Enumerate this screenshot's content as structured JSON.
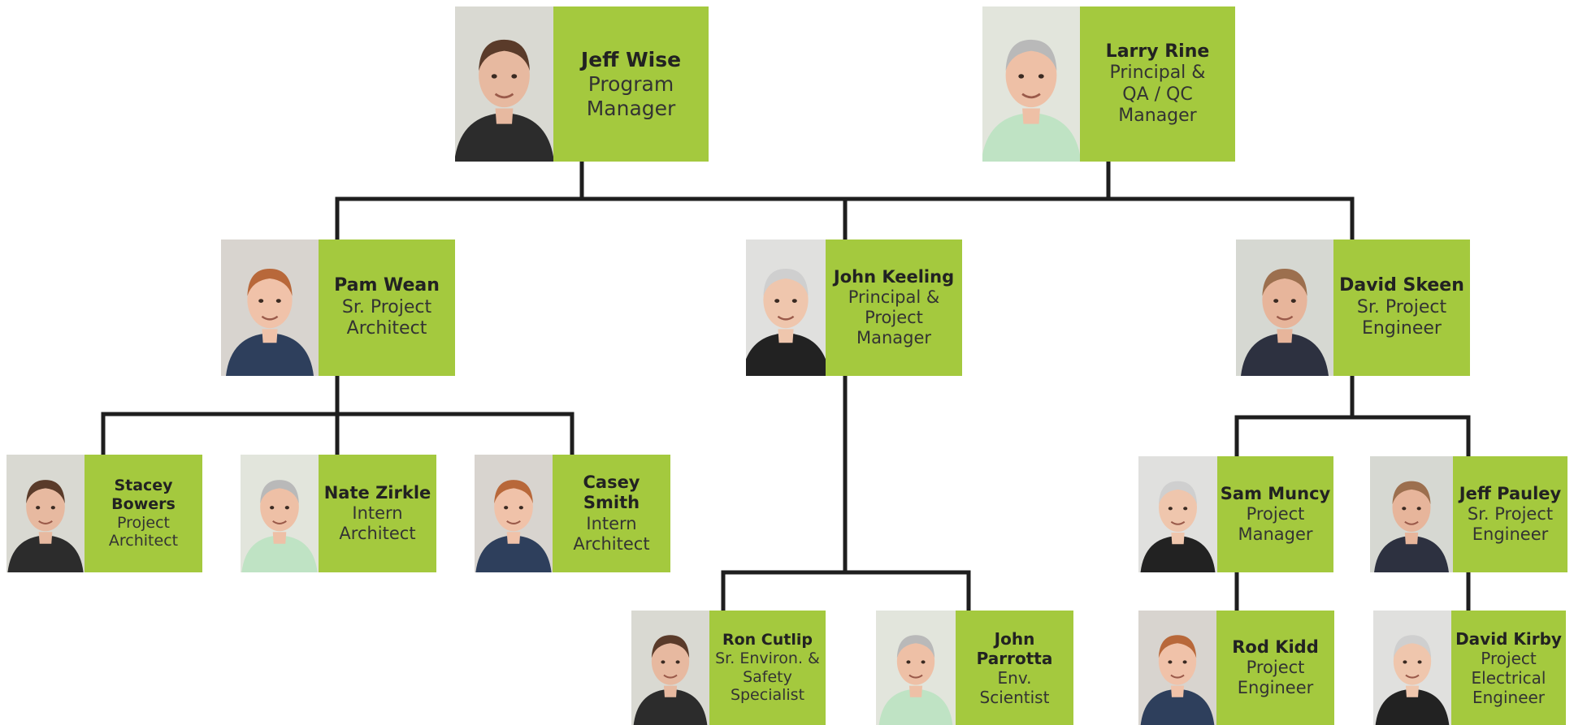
{
  "colors": {
    "label_bg": "#a4c93e",
    "connector": "#1e1e1e"
  },
  "people": [
    {
      "id": "jeff-wise",
      "name": "Jeff Wise",
      "title": "Program\nManager"
    },
    {
      "id": "larry-rine",
      "name": "Larry Rine",
      "title": "Principal &\nQA / QC\nManager"
    },
    {
      "id": "pam-wean",
      "name": "Pam Wean",
      "title": "Sr. Project\nArchitect"
    },
    {
      "id": "john-keeling",
      "name": "John Keeling",
      "title": "Principal &\nProject Manager"
    },
    {
      "id": "david-skeen",
      "name": "David Skeen",
      "title": "Sr. Project\nEngineer"
    },
    {
      "id": "stacey-bowers",
      "name": "Stacey Bowers",
      "title": "Project\nArchitect"
    },
    {
      "id": "nate-zirkle",
      "name": "Nate Zirkle",
      "title": "Intern\nArchitect"
    },
    {
      "id": "casey-smith",
      "name": "Casey Smith",
      "title": "Intern\nArchitect"
    },
    {
      "id": "sam-muncy",
      "name": "Sam Muncy",
      "title": "Project\nManager"
    },
    {
      "id": "jeff-pauley",
      "name": "Jeff Pauley",
      "title": "Sr. Project\nEngineer"
    },
    {
      "id": "ron-cutlip",
      "name": "Ron Cutlip",
      "title": "Sr. Environ. &\nSafety\nSpecialist"
    },
    {
      "id": "john-parrotta",
      "name": "John Parrotta",
      "title": "Env.\nScientist"
    },
    {
      "id": "rod-kidd",
      "name": "Rod Kidd",
      "title": "Project\nEngineer"
    },
    {
      "id": "david-kirby",
      "name": "David Kirby",
      "title": "Project\nElectrical\nEngineer"
    }
  ]
}
